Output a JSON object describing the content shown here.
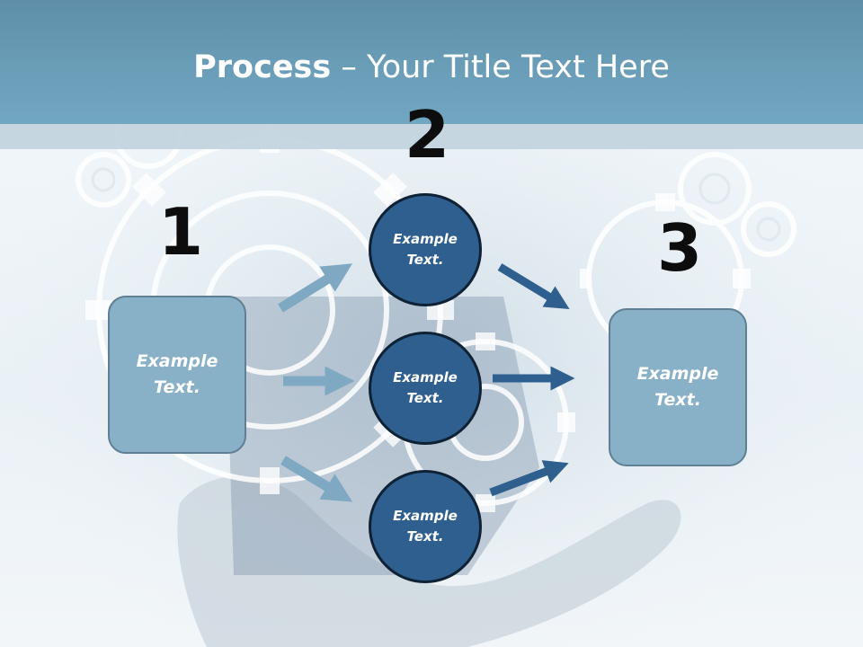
{
  "slide": {
    "title_bold": "Process",
    "title_rest": " – Your Title Text Here"
  },
  "steps": [
    {
      "number": "1",
      "label": "Example\nText."
    },
    {
      "number": "2",
      "label": ""
    },
    {
      "number": "3",
      "label": "Example\nText."
    }
  ],
  "circles": [
    {
      "label": "Example\nText."
    },
    {
      "label": "Example\nText."
    },
    {
      "label": "Example\nText."
    }
  ],
  "colors": {
    "header": "#6a9db7",
    "box_fill": "#88b0c7",
    "circle_fill": "#2f5f8f",
    "arrow_light": "#7fa8c2",
    "arrow_dark": "#2f5f8f"
  }
}
